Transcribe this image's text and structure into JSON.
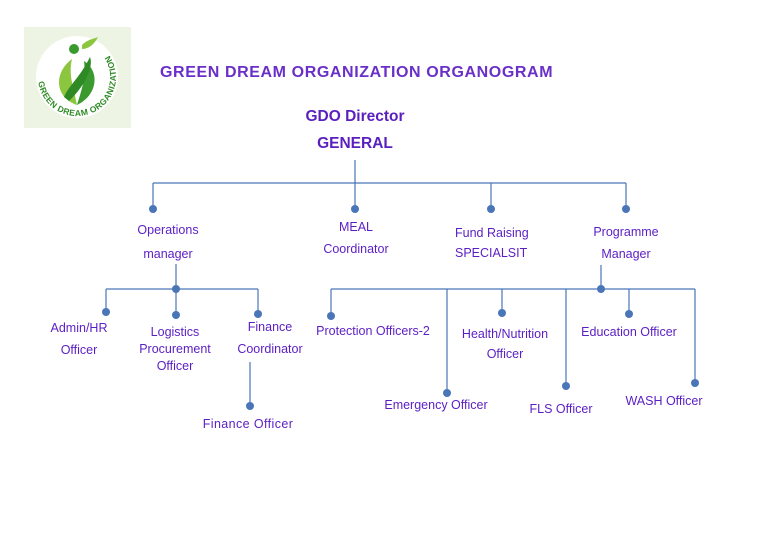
{
  "header": {
    "title": "GREEN DREAM ORGANIZATION ORGANOGRAM",
    "logo_text": "GREEN DREAM ORGANIZATION"
  },
  "director": {
    "line1": "GDO Director",
    "line2": "GENERAL"
  },
  "level1": {
    "operations": {
      "line1": "Operations",
      "line2": "manager"
    },
    "meal": {
      "line1": "MEAL",
      "line2": "Coordinator"
    },
    "fundraising": {
      "line1": "Fund Raising",
      "line2": "SPECIALSIT"
    },
    "programme": {
      "line1": "Programme",
      "line2": "Manager"
    }
  },
  "operations_team": {
    "admin_hr": {
      "line1": "Admin/HR",
      "line2": "Officer"
    },
    "logistics": {
      "line1": "Logistics",
      "line2": "Procurement",
      "line3": "Officer"
    },
    "finance_coord": {
      "line1": "Finance",
      "line2": "Coordinator"
    },
    "finance_officer": "Finance Officer"
  },
  "programme_team": {
    "protection": "Protection Officers-2",
    "emergency": "Emergency Officer",
    "health": {
      "line1": "Health/Nutrition",
      "line2": "Officer"
    },
    "fls": "FLS Officer",
    "education": "Education Officer",
    "wash": "WASH Officer"
  },
  "colors": {
    "text": "#5b1ec4",
    "title": "#6a2fc8",
    "connector": "#4a76b8",
    "node": "#4a76b8",
    "logo_green": "#3a9a2e",
    "logo_light_green": "#8cc63f"
  }
}
